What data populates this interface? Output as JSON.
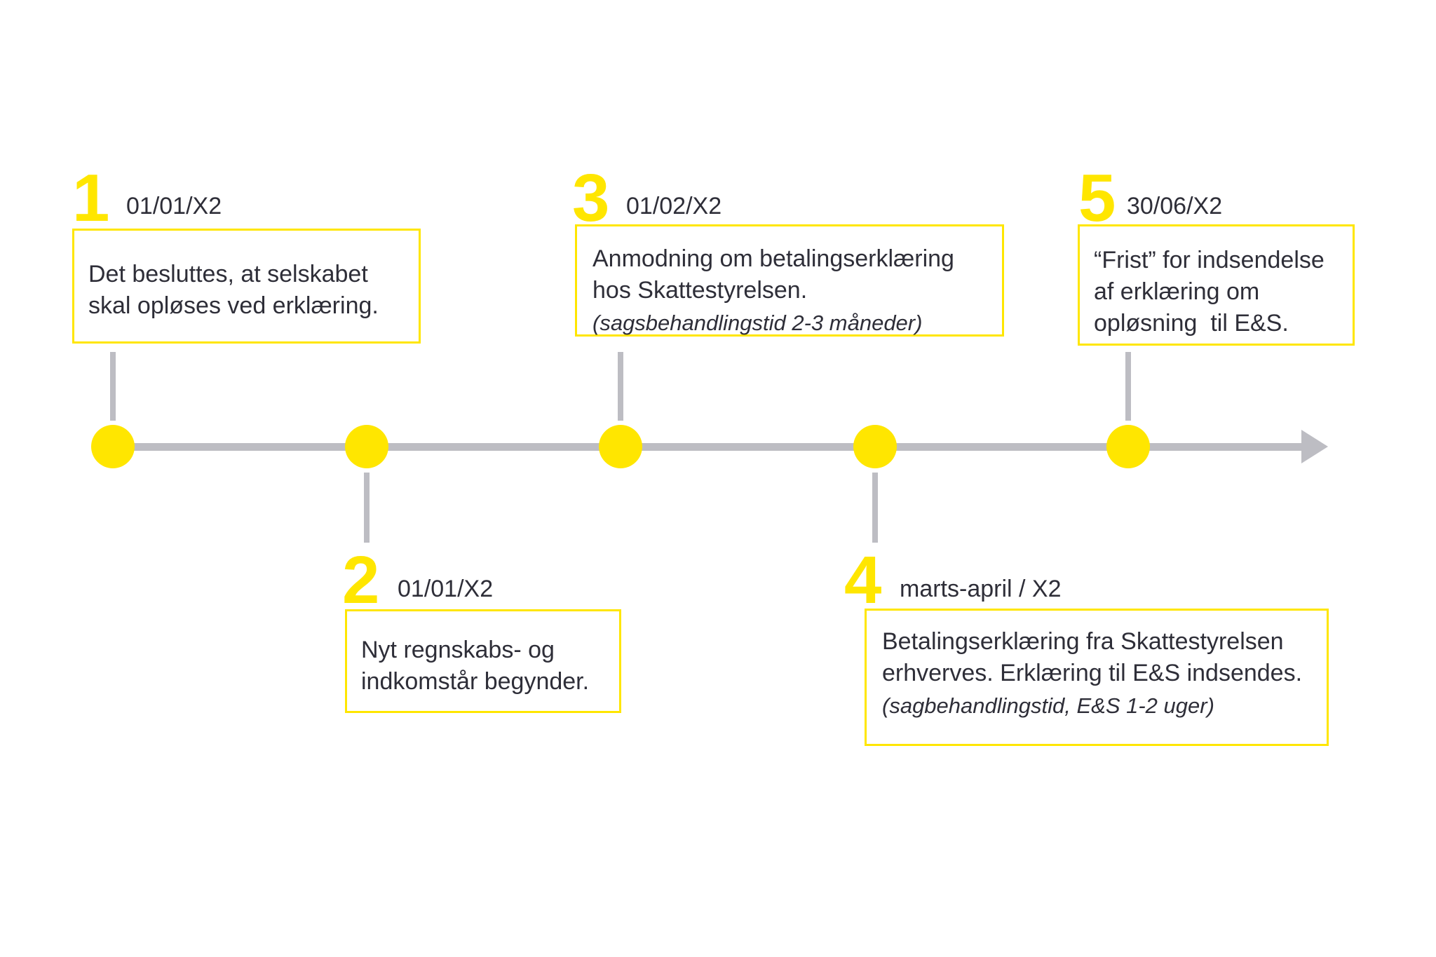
{
  "diagram": {
    "type": "timeline",
    "direction": "left-to-right",
    "colors": {
      "accent_yellow": "#FFE600",
      "text_dark": "#2E2E38",
      "axis_gray": "#BDBDC3",
      "background": "#FFFFFF"
    },
    "milestones": [
      {
        "number": "1",
        "date": "01/01/X2",
        "text": "Det besluttes, at selskabet\nskal opløses ved erklæring.",
        "side": "above"
      },
      {
        "number": "2",
        "date": "01/01/X2",
        "text": "Nyt regnskabs- og\nindkomstår begynder.",
        "side": "below"
      },
      {
        "number": "3",
        "date": "01/02/X2",
        "text": "Anmodning om betalingserklæring\nhos Skattestyrelsen.",
        "note": "(sagsbehandlingstid 2-3 måneder)",
        "side": "above"
      },
      {
        "number": "4",
        "date": "marts-april / X2",
        "text": "Betalingserklæring fra Skattestyrelsen\nerhverves. Erklæring til E&S indsendes.",
        "note": "(sagbehandlingstid, E&S 1-2 uger)",
        "side": "below"
      },
      {
        "number": "5",
        "date": "30/06/X2",
        "text": "“Frist” for indsendelse\naf erklæring om\nopløsning  til E&S.",
        "side": "above"
      }
    ]
  }
}
